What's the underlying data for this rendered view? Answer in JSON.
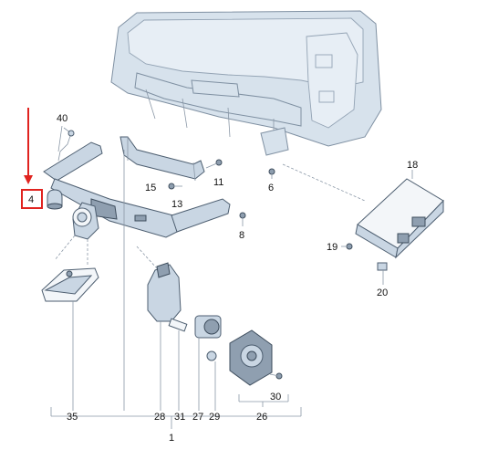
{
  "colors": {
    "highlight": "#e0231f",
    "body_fill": "#d7e2ec",
    "line": "#7f90a2",
    "text": "#111111"
  },
  "labels": {
    "p1": "1",
    "p4": "4",
    "p6": "6",
    "p8": "8",
    "p11": "11",
    "p13": "13",
    "p15": "15",
    "p18": "18",
    "p19": "19",
    "p20": "20",
    "p26": "26",
    "p27": "27",
    "p28": "28",
    "p29": "29",
    "p30": "30",
    "p31": "31",
    "p35": "35",
    "p40": "40"
  },
  "highlighted_part": "4"
}
